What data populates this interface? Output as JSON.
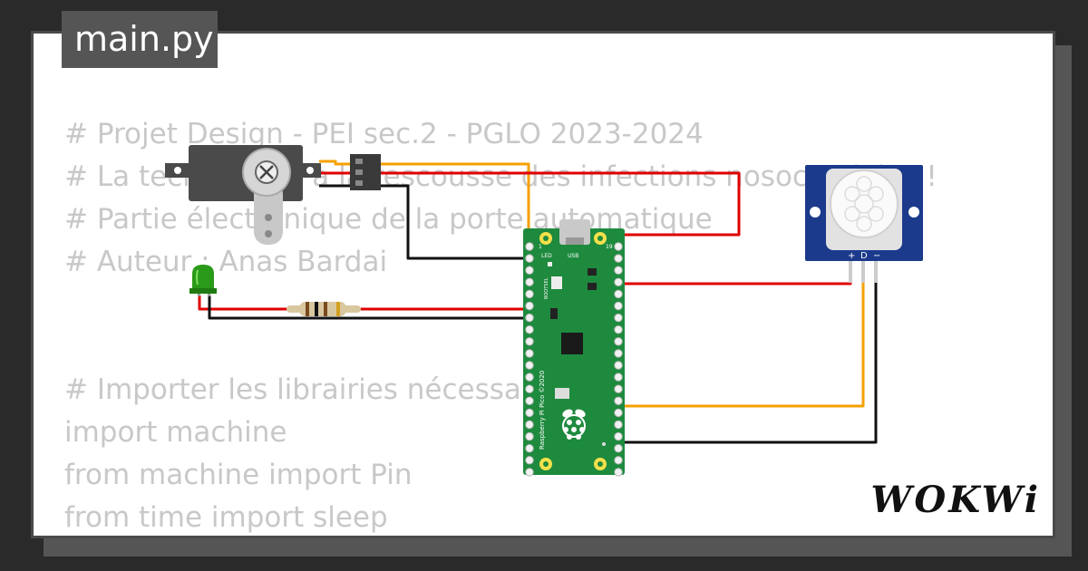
{
  "tab": {
    "filename": "main.py"
  },
  "code": {
    "lines": [
      "# Projet Design - PEI sec.2 - PGLO 2023-2024",
      "# La technologie à la rescousse des infections nosocomiales !",
      "# Partie électronique de la porte automatique",
      "# Auteur : Anas Bardai",
      "",
      "",
      "# Importer les librairies nécessaires",
      "import machine",
      "from machine import Pin",
      "from time import sleep"
    ]
  },
  "board": {
    "label_led": "LED",
    "label_usb": "USB",
    "label_bootsel": "BOOTSEL",
    "label_model": "Raspberry Pi Pico ©2020",
    "pin_1": "1",
    "pin_19": "19"
  },
  "pir": {
    "labels": [
      "+",
      "D",
      "−"
    ]
  },
  "brand": {
    "logo": "WOKWi"
  },
  "colors": {
    "wire_red": "#e00000",
    "wire_black": "#111111",
    "wire_orange": "#f5a000",
    "pico_green": "#1e8a3e",
    "pir_blue": "#1b3a8c"
  }
}
